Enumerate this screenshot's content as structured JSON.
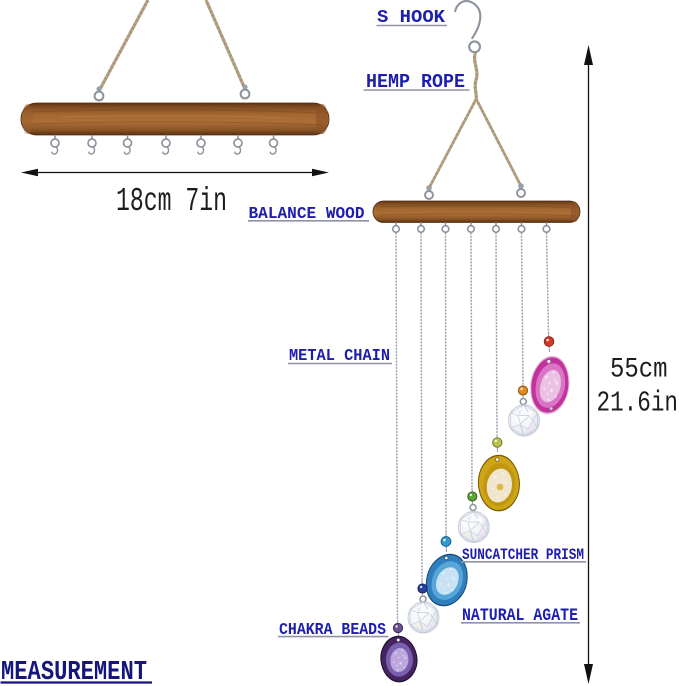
{
  "figure": {
    "type": "product-measurement-diagram",
    "subject": "agate slice suncatcher wind chime"
  },
  "annotations": {
    "s_hook": "S HOOK",
    "hemp_rope": "HEMP ROPE",
    "balance_wood": "BALANCE WOOD",
    "metal_chain": "METAL CHAIN",
    "suncatcher_prism": "SUNCATCHER PRISM",
    "natural_agate": "NATURAL AGATE",
    "chakra_beads": "CHAKRA BEADS",
    "measurement": "MEASUREMENT"
  },
  "dimensions": {
    "bar_length": "18cm 7in",
    "hanging_height_cm": "55cm",
    "hanging_height_in": "21.6in"
  },
  "colors": {
    "label_blue": "#1e1eae",
    "measurement_navy": "#15157c",
    "dimension_black": "#1d1d1d",
    "underline_gray": "#8f93a8",
    "wood_light": "#b87a44",
    "wood_mid": "#a96b35",
    "wood_dark": "#6e3e1c",
    "rope_tan": "#b7a286",
    "rope_dark": "#9c8a6a",
    "metal_gray": "#8d939c",
    "chain_silver": "#a0a6b0",
    "bead_colors": [
      "#d23a26",
      "#e08a1f",
      "#b9c24d",
      "#5fa43a",
      "#2f9ad0",
      "#2a3f9e",
      "#6a4f8f"
    ],
    "agate_pink": "#c2329c",
    "agate_pink_inner": "#da74c4",
    "agate_pink_core": "#ecc2e4",
    "agate_yellow": "#cda515",
    "agate_yellow_core": "#efe6cd",
    "agate_blue": "#2f7fbe",
    "agate_blue_inner": "#58a6d8",
    "agate_blue_core": "#c6e2f3",
    "agate_purple": "#44255f",
    "agate_purple_inner": "#7a5fae",
    "agate_purple_core": "#bda6dd",
    "crystal_edge": "#dfe4ec"
  }
}
